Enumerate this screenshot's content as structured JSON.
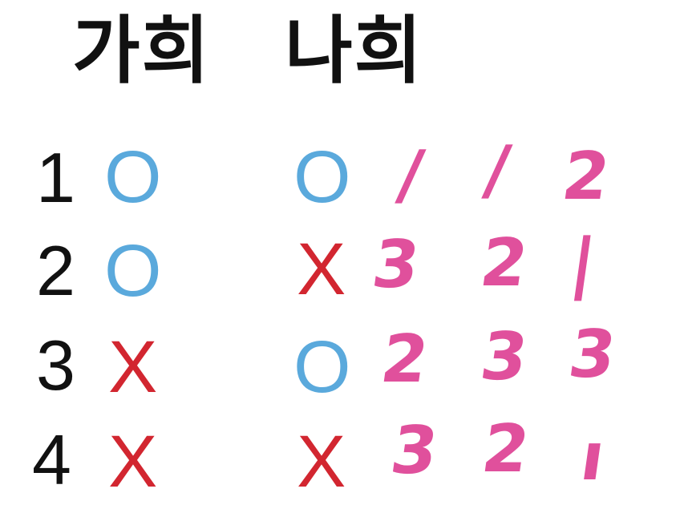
{
  "headers": [
    "가희",
    "나희"
  ],
  "rows": [
    {
      "num": "1",
      "gahui": "O",
      "nahui": "O",
      "hand": [
        "/",
        "/",
        "2"
      ]
    },
    {
      "num": "2",
      "gahui": "O",
      "nahui": "X",
      "hand": [
        "3",
        "2",
        "|"
      ]
    },
    {
      "num": "3",
      "gahui": "X",
      "nahui": "O",
      "hand": [
        "2",
        "3",
        "3"
      ]
    },
    {
      "num": "4",
      "gahui": "X",
      "nahui": "X",
      "hand": [
        "3",
        "2",
        "ı"
      ]
    }
  ],
  "colors": {
    "text": "#111111",
    "o_mark": "#5aa9dc",
    "x_mark": "#d22630",
    "handwriting": "#e0509c"
  }
}
